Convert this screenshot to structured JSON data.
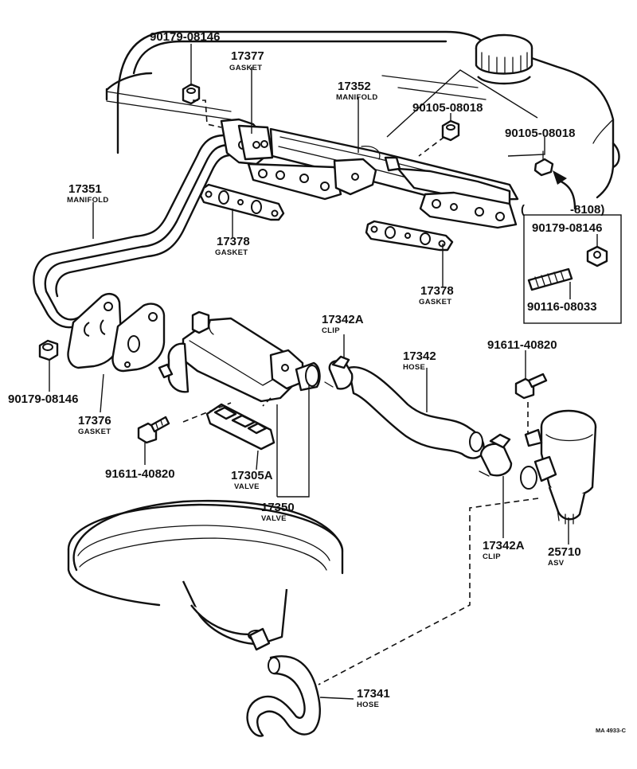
{
  "diagram": {
    "labels": {
      "p90179_08146_top": "90179-08146",
      "p17377": "17377",
      "p17377_name": "GASKET",
      "p17352": "17352",
      "p17352_name": "MANIFOLD",
      "p90105_08018_a": "90105-08018",
      "p90105_08018_b": "90105-08018",
      "p17351": "17351",
      "p17351_name": "MANIFOLD",
      "p8108": "-8108)",
      "p8108_paren": "(",
      "p90179_08146_box": "90179-08146",
      "p90116_08033": "90116-08033",
      "p17378_left": "17378",
      "p17378_left_name": "GASKET",
      "p17378_right": "17378",
      "p17378_right_name": "GASKET",
      "p17342A_top": "17342A",
      "p17342A_top_name": "CLIP",
      "p17342": "17342",
      "p17342_name": "HOSE",
      "p91611_40820_right": "91611-40820",
      "p90179_08146_left": "90179-08146",
      "p17376": "17376",
      "p17376_name": "GASKET",
      "p91611_40820_left": "91611-40820",
      "p17305A": "17305A",
      "p17305A_name": "VALVE",
      "p17350": "17350",
      "p17350_name": "VALVE",
      "p17342A_bottom": "17342A",
      "p17342A_bottom_name": "CLIP",
      "p25710": "25710",
      "p25710_name": "ASV",
      "p17341": "17341",
      "p17341_name": "HOSE",
      "figure_ref": "MA 4933-C"
    }
  }
}
